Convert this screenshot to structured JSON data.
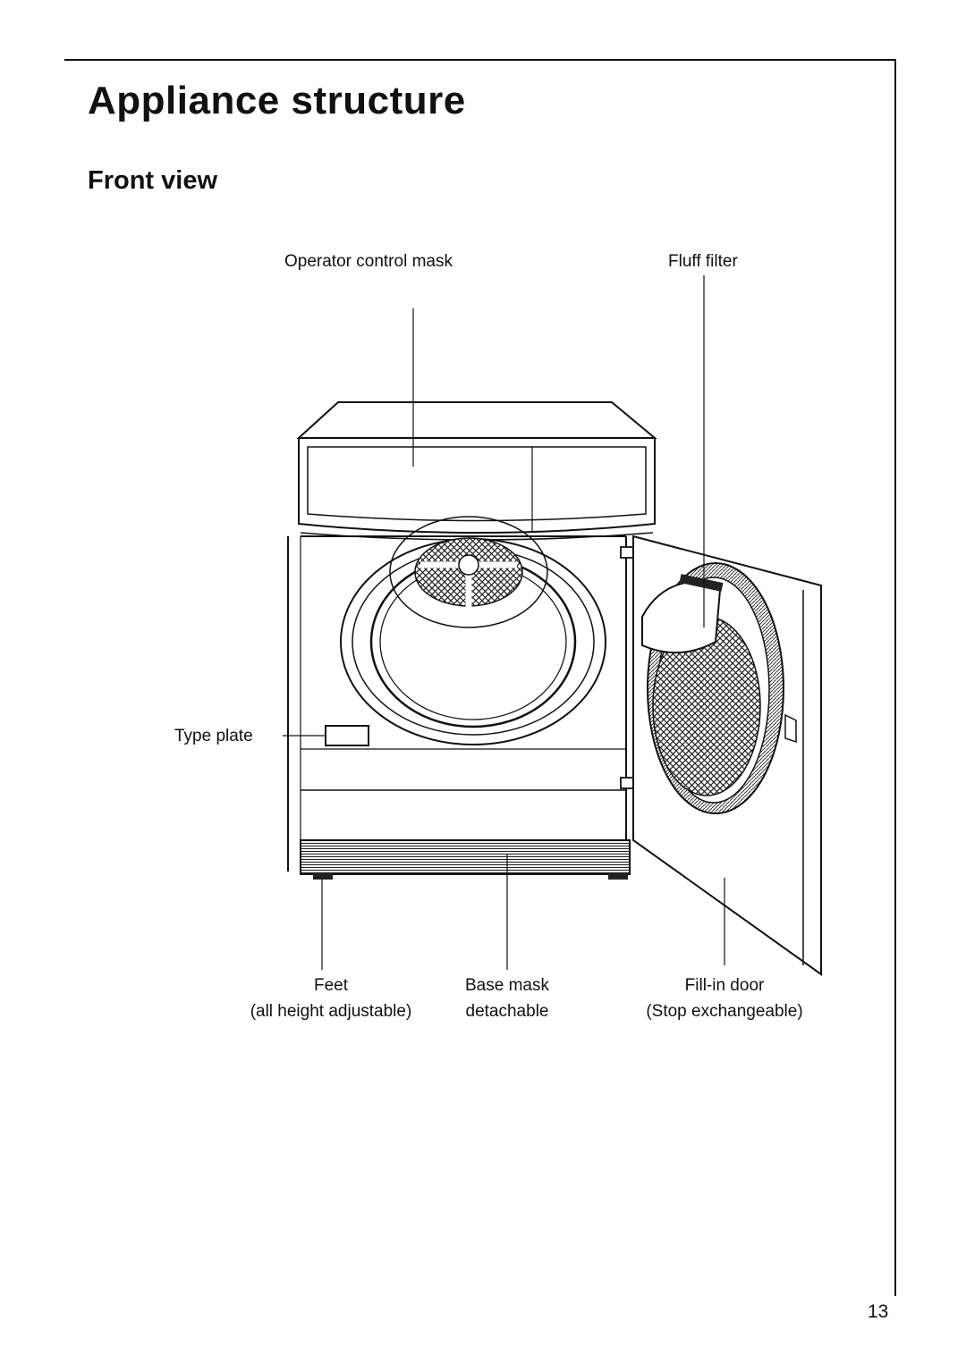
{
  "page": {
    "title": "Appliance structure",
    "subtitle": "Front view",
    "page_number": "13"
  },
  "labels": {
    "control_mask": "Operator control mask",
    "fluff_filter": "Fluff filter",
    "type_plate": "Type plate",
    "feet_line1": "Feet",
    "feet_line2": "(all height adjustable)",
    "base_line1": "Base mask",
    "base_line2": "detachable",
    "door_line1": "Fill-in door",
    "door_line2": "(Stop exchangeable)"
  }
}
